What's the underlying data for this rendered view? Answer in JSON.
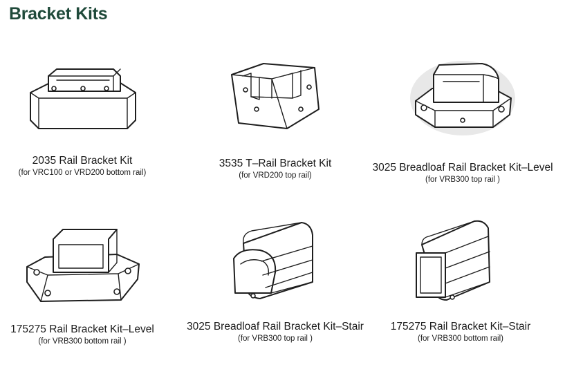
{
  "header": {
    "title": "Bracket Kits"
  },
  "kits": [
    {
      "name": "2035 Rail Bracket Kit",
      "note": "(for VRC100 or VRD200 bottom rail)",
      "icon": "rail-bracket-2035-icon"
    },
    {
      "name": "3535 T–Rail Bracket Kit",
      "note": "(for VRD200 top rail)",
      "icon": "t-rail-bracket-3535-icon"
    },
    {
      "name": "3025 Breadloaf Rail Bracket Kit–Level",
      "note": "(for VRB300 top rail )",
      "icon": "breadloaf-bracket-level-icon"
    },
    {
      "name": "175275 Rail Bracket Kit–Level",
      "note": "(for VRB300 bottom rail )",
      "icon": "rail-bracket-175275-level-icon"
    },
    {
      "name": "3025 Breadloaf Rail Bracket Kit–Stair",
      "note": "(for VRB300 top rail )",
      "icon": "breadloaf-bracket-stair-icon"
    },
    {
      "name": "175275 Rail Bracket Kit–Stair",
      "note": "(for VRB300 bottom rail)",
      "icon": "rail-bracket-175275-stair-icon"
    }
  ]
}
